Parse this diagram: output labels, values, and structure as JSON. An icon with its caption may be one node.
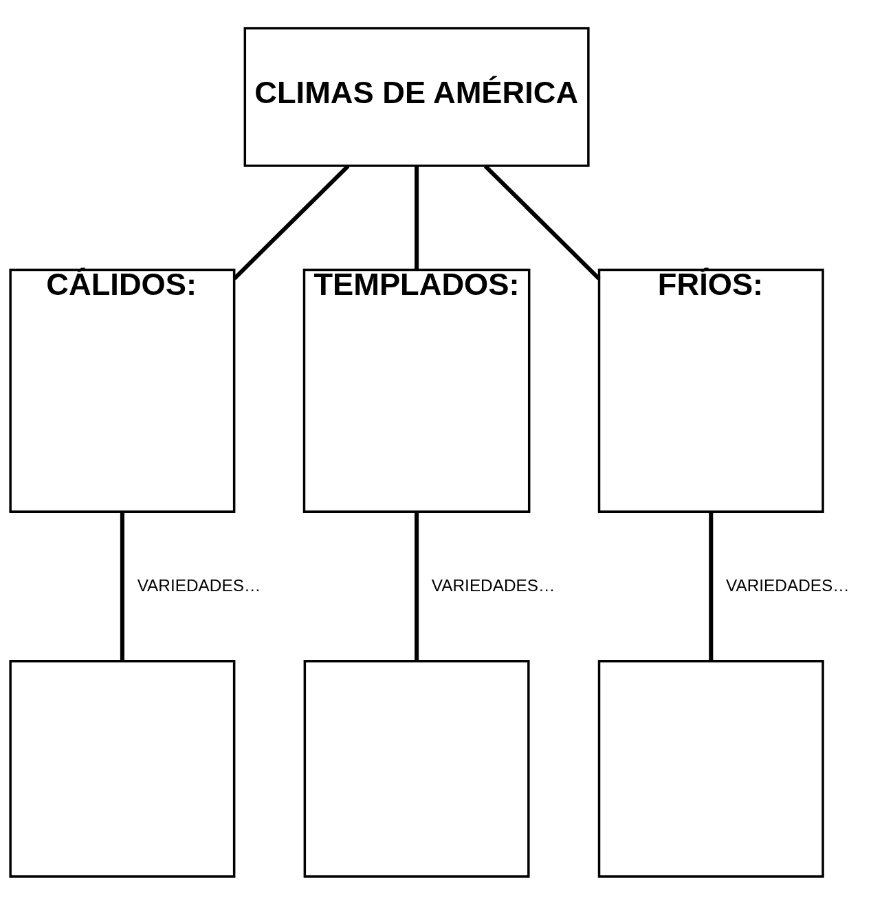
{
  "diagram": {
    "nodes": [
      {
        "text": [
          "CLIMAS DE AMÉRICA"
        ]
      },
      {
        "text": [
          "CÁLIDOS:"
        ]
      },
      {
        "text": [
          "TEMPLADOS:"
        ]
      },
      {
        "text": [
          "FRÍOS:"
        ]
      },
      {
        "text": [],
        "shape": "box"
      },
      {
        "text": [],
        "shape": "box"
      },
      {
        "text": [],
        "shape": "box"
      }
    ],
    "edges": [
      {
        "from": 0,
        "to": 1,
        "arrow": "none"
      },
      {
        "from": 0,
        "to": 2,
        "arrow": "none"
      },
      {
        "from": 0,
        "to": 3,
        "arrow": "none"
      },
      {
        "from": 1,
        "to": 4,
        "arrow": "none",
        "label": "VARIEDADES…"
      },
      {
        "from": 2,
        "to": 5,
        "arrow": "none",
        "label": "VARIEDADES…"
      },
      {
        "from": 3,
        "to": 6,
        "arrow": "none",
        "label": "VARIEDADES…"
      }
    ]
  }
}
